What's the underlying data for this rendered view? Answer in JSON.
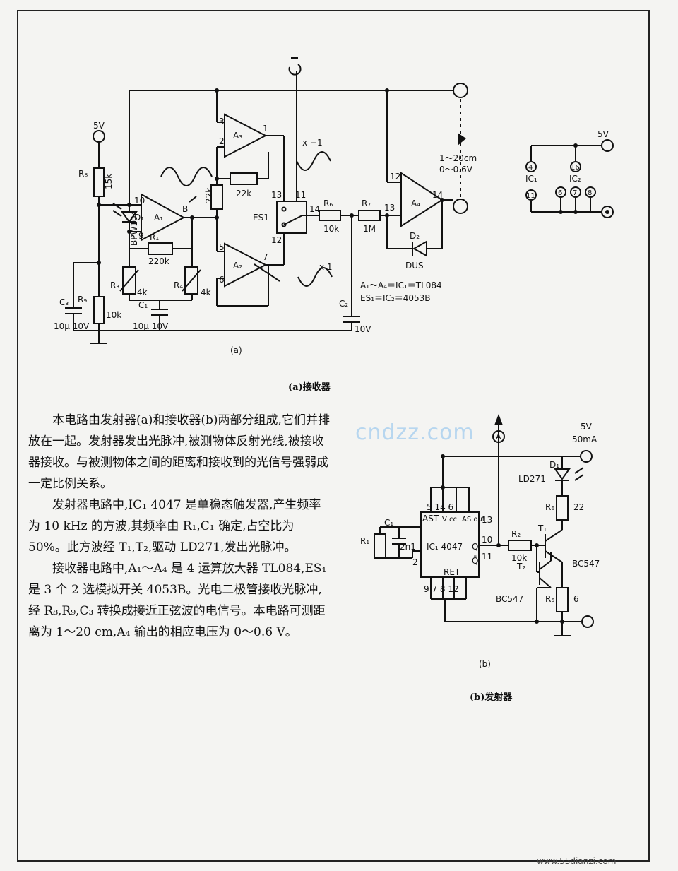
{
  "receiver": {
    "labels": {
      "r8": "R₈",
      "r8v": "15k",
      "v5": "5V",
      "d1": "D₁",
      "bpw": "BPW104",
      "a1": "A₁",
      "a2": "A₂",
      "a3": "A₃",
      "a4": "A₄",
      "b": "B",
      "r1": "R₁",
      "r1v": "220k",
      "r3": "R₃",
      "r3v": "4k",
      "r4": "R₄",
      "r4v": "4k",
      "r9": "R₉",
      "r9v": "10k",
      "c3": "C₃",
      "c3v": "10μ 10V",
      "c1": "C₁",
      "c1v": "10μ 10V",
      "r22a": "22k",
      "r22b": "22k",
      "es1": "ES1",
      "r6": "R₆",
      "r6v": "10k",
      "r7": "R₇",
      "r7v": "1M",
      "c2": "C₂",
      "c2v": "10V",
      "d2": "D₂",
      "dus": "DUS",
      "xm1": "x −1",
      "x1": "x 1",
      "dist": "1～20cm",
      "volt": "0～0.6V",
      "note1": "A₁～A₄＝IC₁＝TL084",
      "note2": "ES₁＝IC₂＝4053B",
      "p10": "10",
      "p9": "9",
      "p3": "3",
      "p2": "2",
      "p1": "1",
      "p5": "5",
      "p6": "6",
      "p7": "7",
      "p13": "13",
      "p11": "11",
      "p14a": "14",
      "p12": "12",
      "p12b": "12",
      "p13b": "13",
      "p14b": "14",
      "sub": "(a)"
    },
    "ic": {
      "v5": "5V",
      "ic1": "IC₁",
      "ic2": "IC₂",
      "p4": "4",
      "p16": "16",
      "p11": "11",
      "p6": "6",
      "p7": "7",
      "p8": "8"
    },
    "caption": "(a)接收器"
  },
  "transmitter": {
    "labels": {
      "a": "A",
      "v5": "5V",
      "ma": "50mA",
      "d1": "D₁",
      "ld": "LD271",
      "r6": "R₆",
      "r6v": "22",
      "pins_top": "5 14 6",
      "ast": "AST",
      "vcc": "V cc",
      "asout": "AS out",
      "p13": "13",
      "p10": "10",
      "p11": "11",
      "p2": "2",
      "pins_bot": "9 7 8 12",
      "c1": "C₁",
      "c1v": "2n1",
      "r1": "R₁",
      "ic": "IC₁ 4047",
      "q": "Q",
      "qb": "Q̄",
      "ret": "RET",
      "r2": "R₂",
      "r2v": "10k",
      "t1": "T₁",
      "t2": "T₂",
      "bc1": "BC547",
      "bc2": "BC547",
      "r5": "R₅",
      "r5v": "6",
      "sub": "(b)"
    },
    "caption": "(b)发射器"
  },
  "text": {
    "paragraphs": [
      "本电路由发射器(a)和接收器(b)两部分组成,它们并排放在一起。发射器发出光脉冲,被测物体反射光线,被接收器接收。与被测物体之间的距离和接收到的光信号强弱成一定比例关系。",
      "发射器电路中,IC₁ 4047 是单稳态触发器,产生频率为 10 kHz 的方波,其频率由 R₁,C₁ 确定,占空比为 50%。此方波经 T₁,T₂,驱动 LD271,发出光脉冲。",
      "接收器电路中,A₁～A₄ 是 4 运算放大器 TL084,ES₁ 是 3 个 2 选模拟开关 4053B。光电二极管接收光脉冲,经 R₈,R₉,C₃ 转换成接近正弦波的电信号。本电路可测距离为 1～20 cm,A₄ 输出的相应电压为 0～0.6 V。"
    ]
  },
  "watermark": "cndzz.com",
  "footer": "www.55dianzi.com"
}
